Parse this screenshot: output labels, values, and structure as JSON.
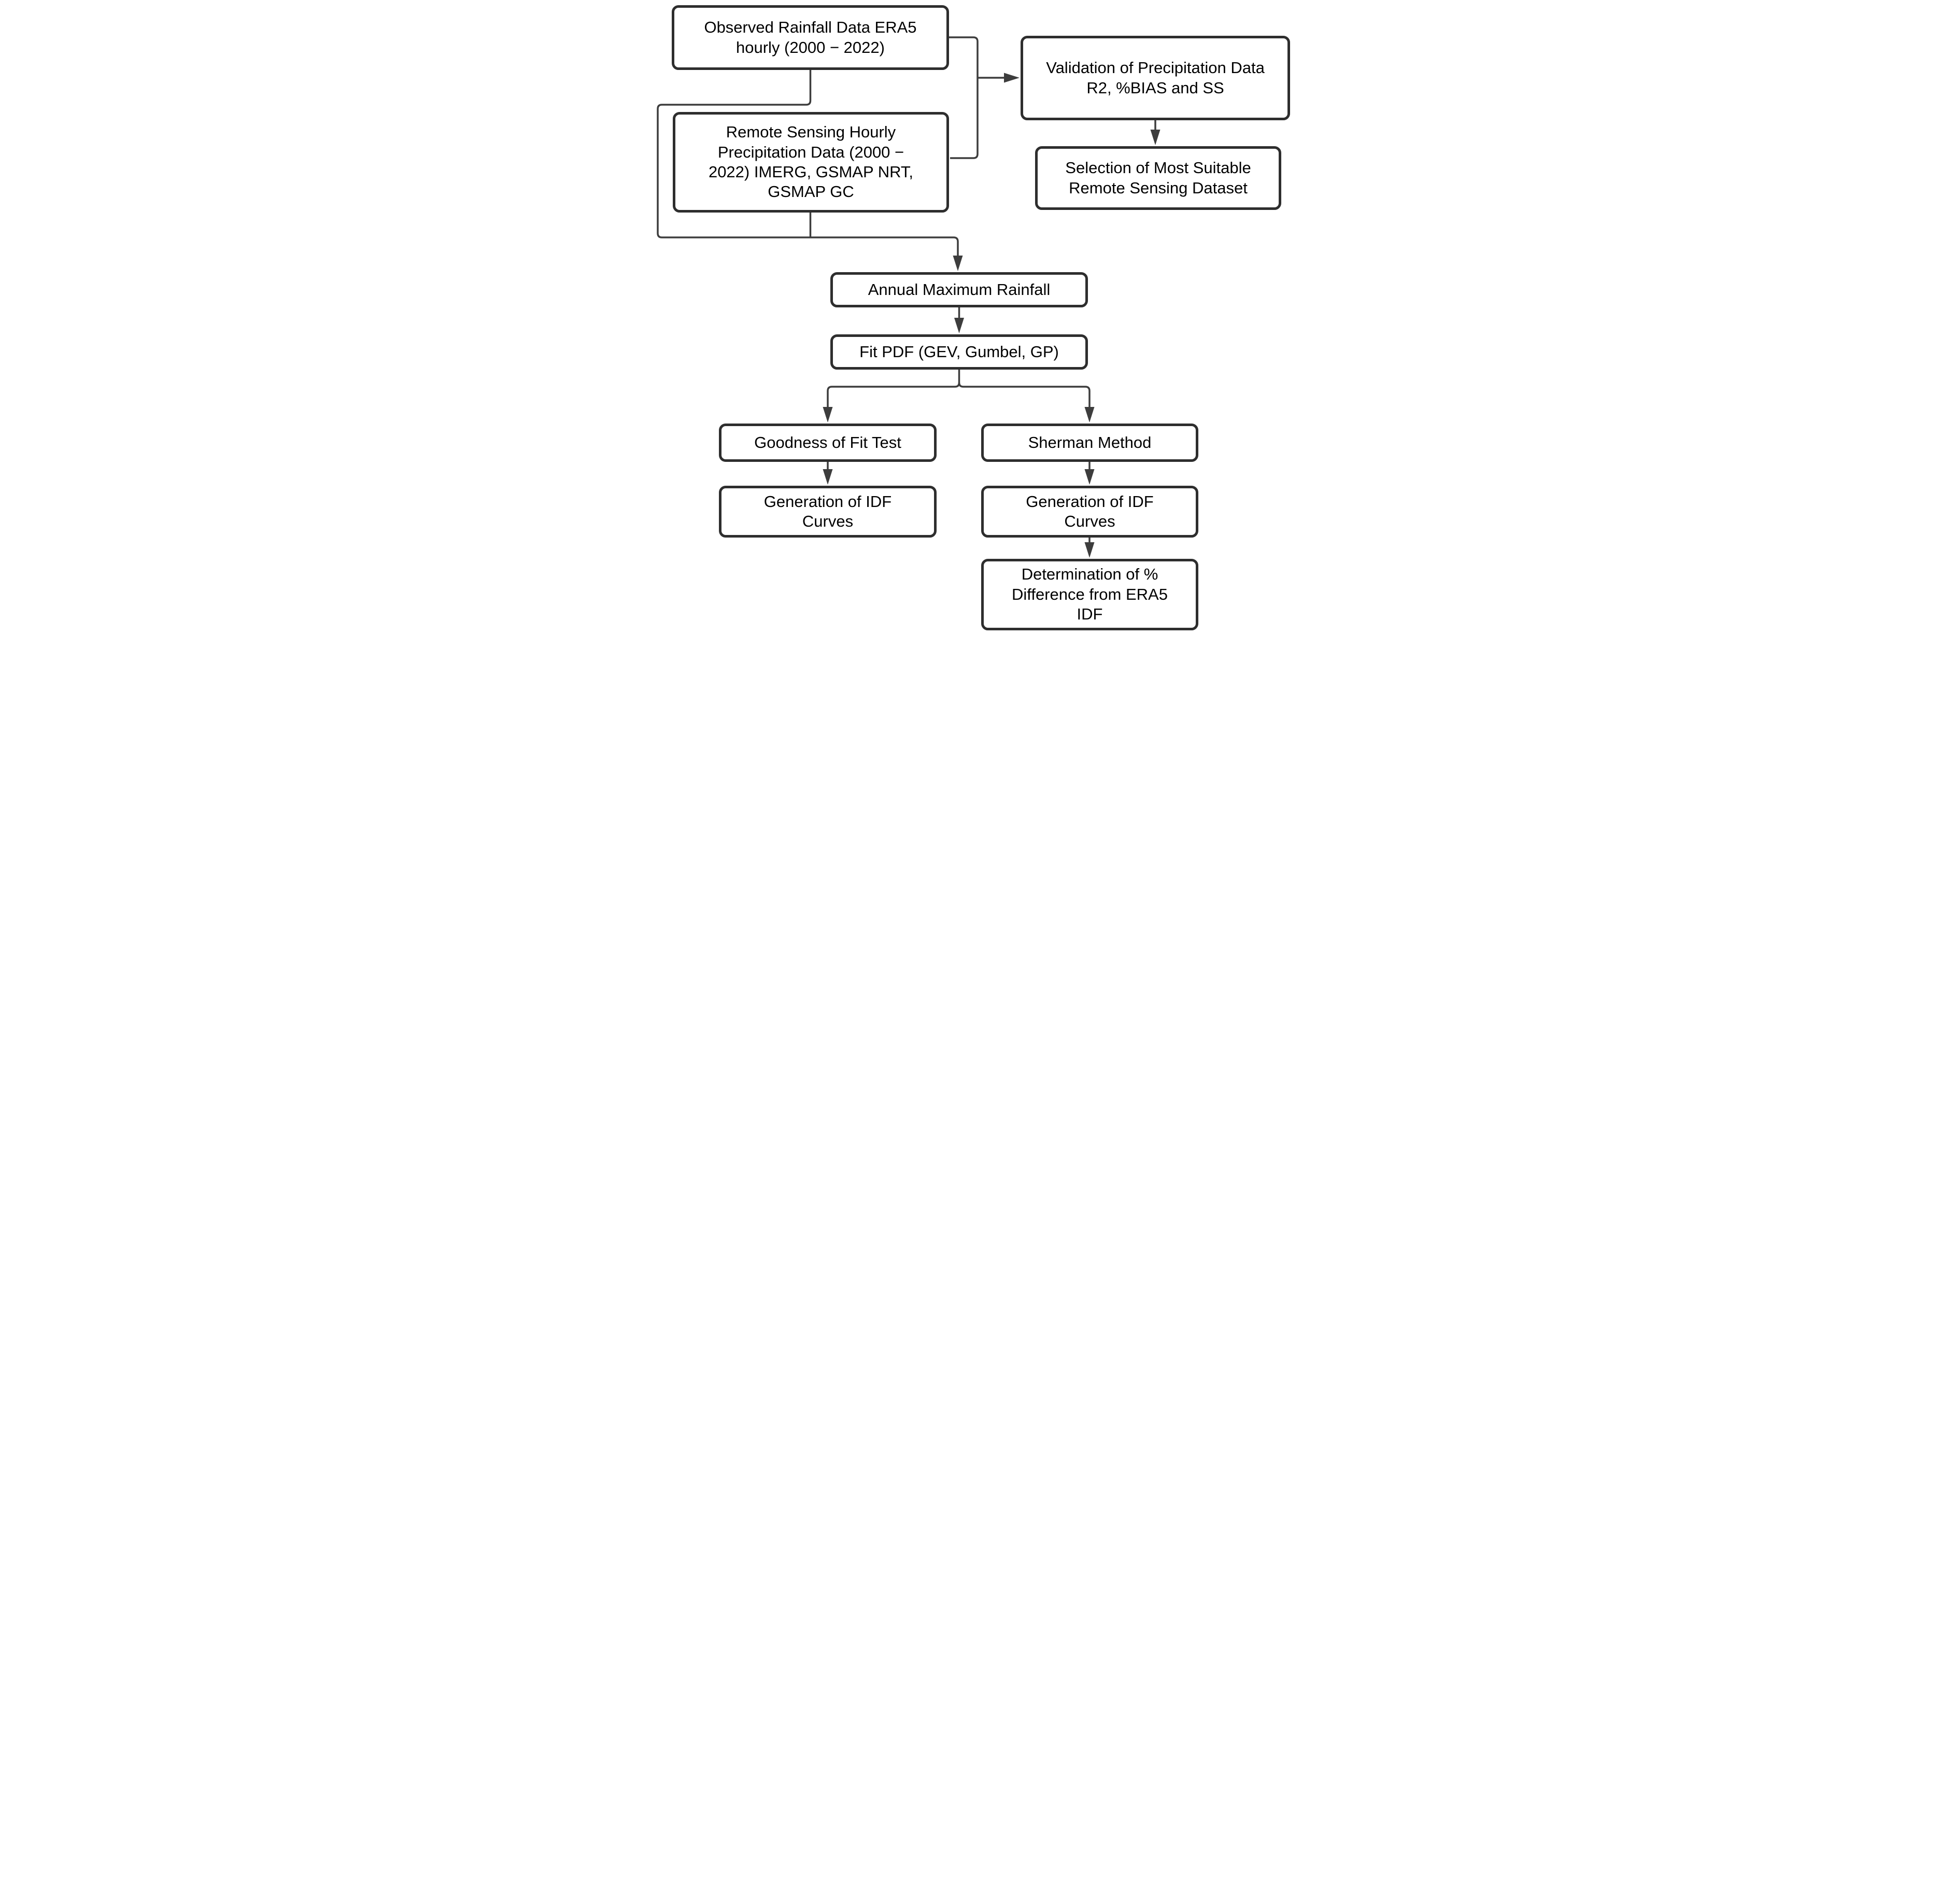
{
  "diagram": {
    "title": "Methodology flowchart for rainfall IDF analysis",
    "colors": {
      "border": "#2e2e2e",
      "connector": "#3d3d3d",
      "text": "#000000",
      "background": "#ffffff"
    },
    "nodes": {
      "observed": {
        "label": "Observed Rainfall Data ERA5\nhourly (2000 − 2022)"
      },
      "validation": {
        "label": "Validation of Precipitation Data\nR2, %BIAS and SS"
      },
      "remote": {
        "label": "Remote Sensing Hourly\nPrecipitation Data (2000 −\n2022) IMERG, GSMAP NRT,\nGSMAP GC"
      },
      "selection": {
        "label": "Selection of Most Suitable\nRemote Sensing Dataset"
      },
      "annual": {
        "label": "Annual Maximum Rainfall"
      },
      "fit_pdf": {
        "label": "Fit PDF (GEV, Gumbel, GP)"
      },
      "goodness": {
        "label": "Goodness of Fit Test"
      },
      "sherman": {
        "label": "Sherman Method"
      },
      "idf_left": {
        "label": "Generation of IDF\nCurves"
      },
      "idf_right": {
        "label": "Generation of IDF\nCurves"
      },
      "determination": {
        "label": "Determination of %\nDifference from ERA5\nIDF"
      }
    },
    "edges": [
      {
        "from": "observed",
        "to": "validation"
      },
      {
        "from": "remote",
        "to": "validation"
      },
      {
        "from": "validation",
        "to": "selection"
      },
      {
        "from": "observed",
        "to": "annual"
      },
      {
        "from": "remote",
        "to": "annual"
      },
      {
        "from": "annual",
        "to": "fit_pdf"
      },
      {
        "from": "fit_pdf",
        "to": "goodness"
      },
      {
        "from": "fit_pdf",
        "to": "sherman"
      },
      {
        "from": "goodness",
        "to": "idf_left"
      },
      {
        "from": "sherman",
        "to": "idf_right"
      },
      {
        "from": "idf_right",
        "to": "determination"
      }
    ]
  }
}
